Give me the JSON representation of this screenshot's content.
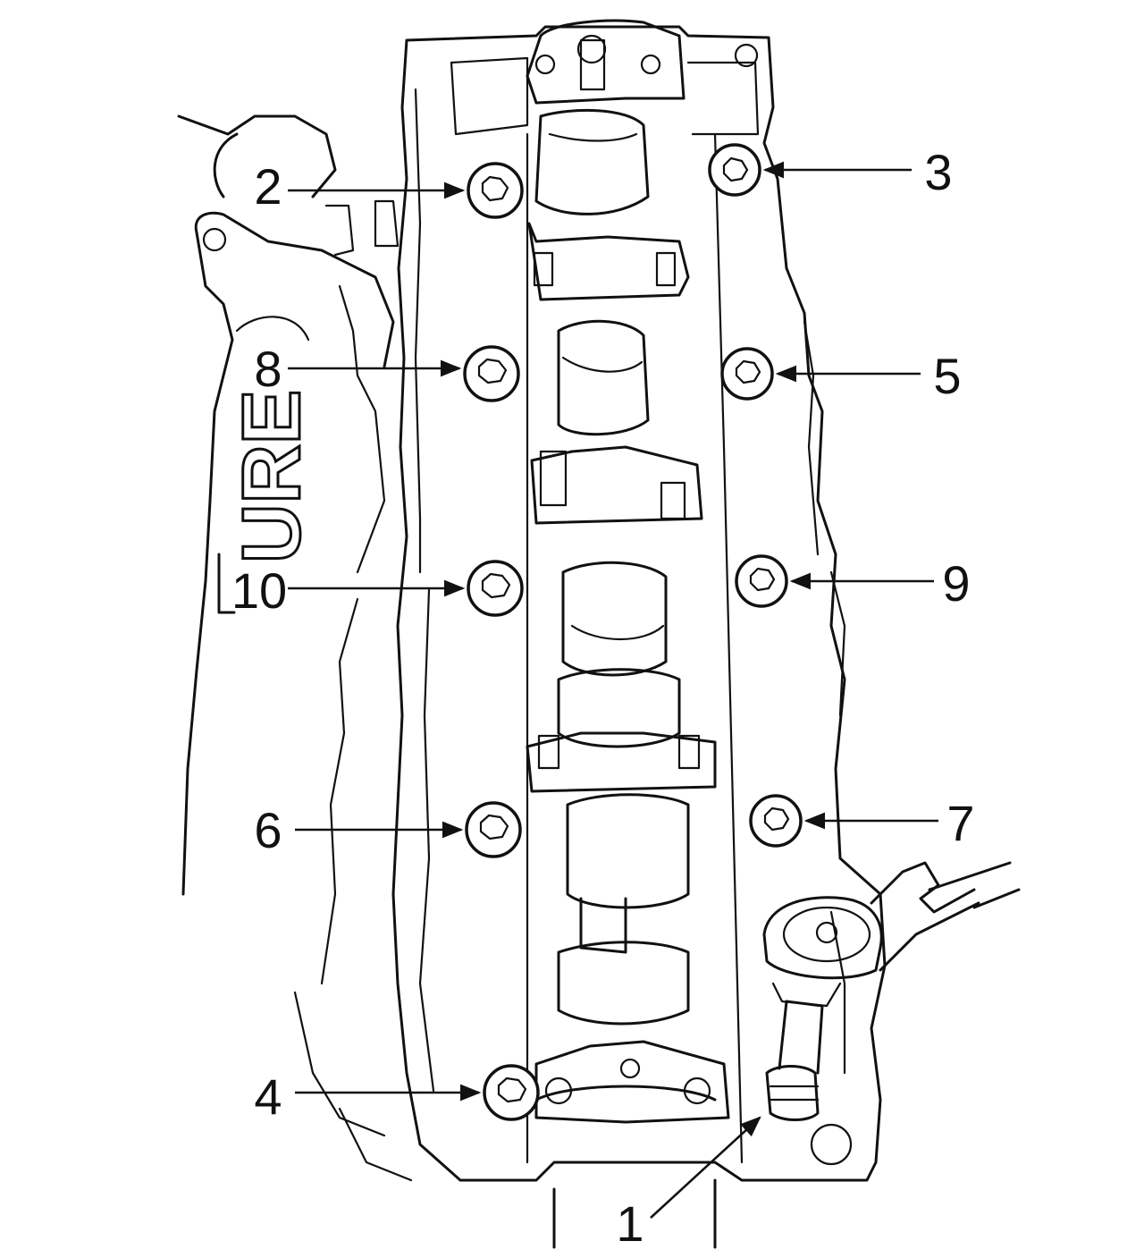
{
  "cast_marking": "URE",
  "callouts": [
    {
      "label": "1",
      "target": "bolt-1"
    },
    {
      "label": "2",
      "target": "bolt-2"
    },
    {
      "label": "3",
      "target": "bolt-3"
    },
    {
      "label": "4",
      "target": "bolt-4"
    },
    {
      "label": "5",
      "target": "bolt-5"
    },
    {
      "label": "6",
      "target": "bolt-6"
    },
    {
      "label": "7",
      "target": "bolt-7"
    },
    {
      "label": "8",
      "target": "bolt-8"
    },
    {
      "label": "9",
      "target": "bolt-9"
    },
    {
      "label": "10",
      "target": "bolt-10"
    }
  ],
  "colors": {
    "line": "#111111",
    "background": "#ffffff"
  }
}
